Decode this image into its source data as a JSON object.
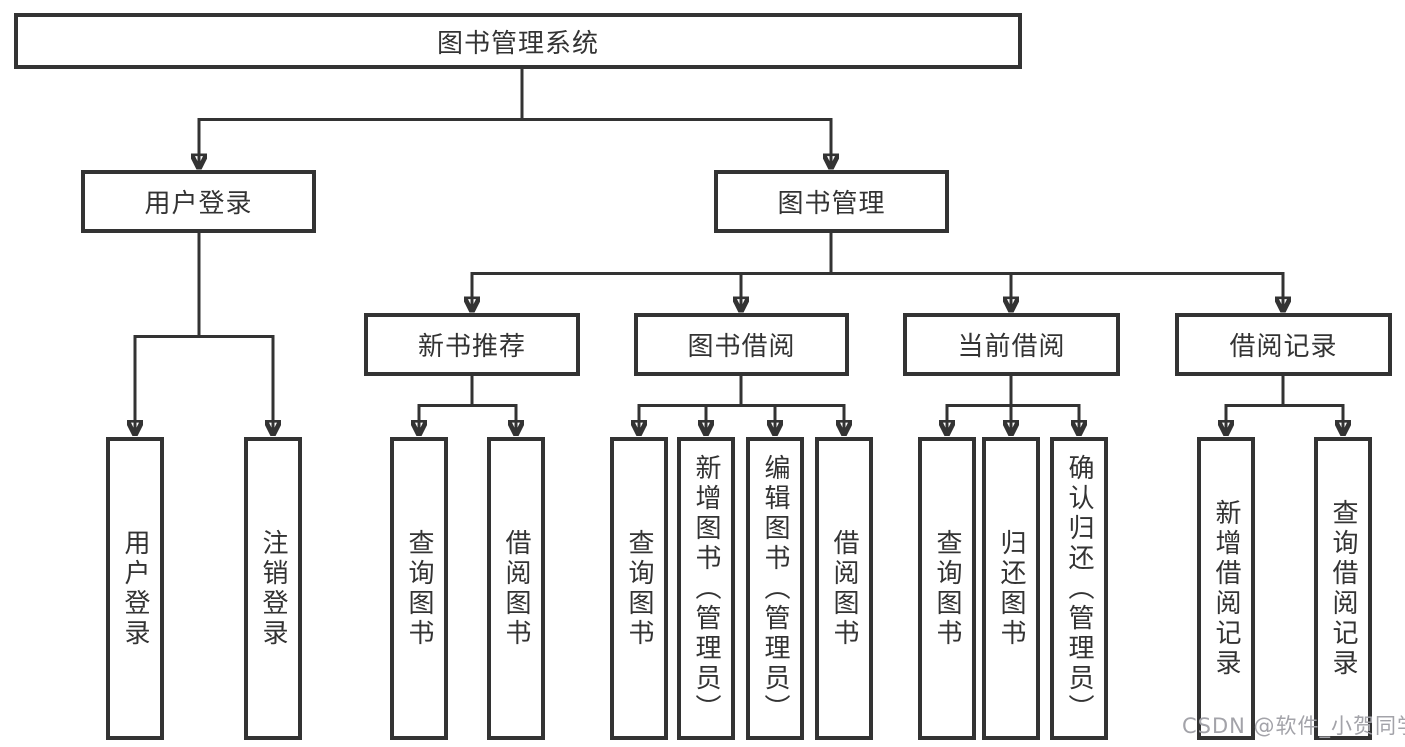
{
  "title": "图书管理系统",
  "colors": {
    "line": "#333333",
    "text": "#333333",
    "watermark": "#a3a3a9",
    "background": "#ffffff"
  },
  "nodes": {
    "root": "图书管理系统",
    "user_login": "用户登录",
    "book_mgmt": "图书管理",
    "new_books": "新书推荐",
    "book_borrow": "图书借阅",
    "current_borrow": "当前借阅",
    "borrow_records": "借阅记录",
    "leaf_user_login": "用户登录",
    "leaf_logout": "注销登录",
    "leaf_nb_query_books": "查询图书",
    "leaf_nb_borrow_books": "借阅图书",
    "leaf_bb_query_books": "查询图书",
    "leaf_bb_add_books": "新增图书（管理员）",
    "leaf_bb_edit_books": "编辑图书（管理员）",
    "leaf_bb_borrow_books": "借阅图书",
    "leaf_cb_query_books": "查询图书",
    "leaf_cb_return_books": "归还图书",
    "leaf_cb_confirm_return": "确认归还（管理员）",
    "leaf_br_add_record": "新增借阅记录",
    "leaf_br_query_record": "查询借阅记录"
  },
  "watermark": {
    "text": "CSDN @软件_小贺同学"
  }
}
